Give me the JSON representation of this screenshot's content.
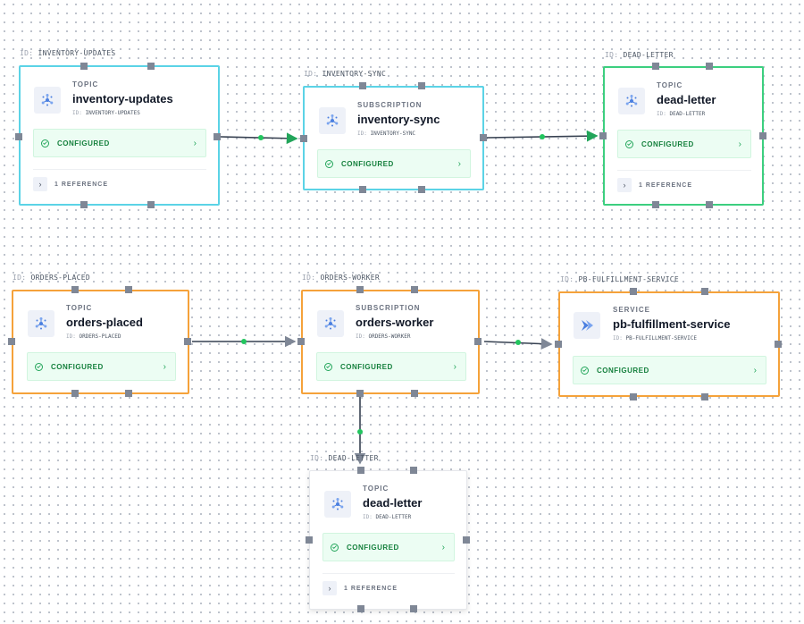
{
  "id_prefix": "ID:",
  "nodes": [
    {
      "id": "INVENTORY-UPDATES",
      "kind": "TOPIC",
      "name": "inventory-updates",
      "sub_id": "INVENTORY-UPDATES",
      "status": "CONFIGURED",
      "reference": "1 REFERENCE"
    },
    {
      "id": "INVENTORY-SYNC",
      "kind": "SUBSCRIPTION",
      "name": "inventory-sync",
      "sub_id": "INVENTORY-SYNC",
      "status": "CONFIGURED"
    },
    {
      "id": "DEAD-LETTER",
      "kind": "TOPIC",
      "name": "dead-letter",
      "sub_id": "DEAD-LETTER",
      "status": "CONFIGURED",
      "reference": "1 REFERENCE"
    },
    {
      "id": "ORDERS-PLACED",
      "kind": "TOPIC",
      "name": "orders-placed",
      "sub_id": "ORDERS-PLACED",
      "status": "CONFIGURED"
    },
    {
      "id": "ORDERS-WORKER",
      "kind": "SUBSCRIPTION",
      "name": "orders-worker",
      "sub_id": "ORDERS-WORKER",
      "status": "CONFIGURED"
    },
    {
      "id": "PB-FULFILLMENT-SERVICE",
      "kind": "SERVICE",
      "name": "pb-fulfillment-service",
      "sub_id": "PB-FULFILLMENT-SERVICE",
      "status": "CONFIGURED"
    },
    {
      "id": "DEAD-LETTER",
      "kind": "TOPIC",
      "name": "dead-letter",
      "sub_id": "DEAD-LETTER",
      "status": "CONFIGURED",
      "reference": "1 REFERENCE"
    }
  ],
  "edges": [
    {
      "from": "inventory-updates",
      "to": "inventory-sync"
    },
    {
      "from": "inventory-sync",
      "to": "dead-letter"
    },
    {
      "from": "orders-placed",
      "to": "orders-worker"
    },
    {
      "from": "orders-worker",
      "to": "pb-fulfillment-service"
    },
    {
      "from": "orders-worker",
      "to": "dead-letter"
    }
  ],
  "icons": {
    "topic": "pubsub-icon",
    "subscription": "pubsub-icon",
    "service": "cloud-run-icon",
    "status": "check-circle-icon"
  },
  "colors": {
    "cyan": "#5bd3e6",
    "green": "#3ccf7f",
    "orange": "#f5a23a",
    "configured_bg": "#ecfdf3",
    "configured_text": "#15803d",
    "edge_dot": "#22c55e"
  }
}
